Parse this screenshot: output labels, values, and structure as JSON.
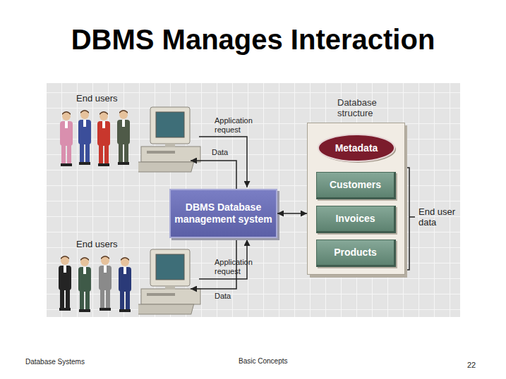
{
  "diagram": {
    "title": "DBMS Manages Interaction",
    "nodes": [
      {
        "text": [
          "Database structure"
        ]
      },
      {
        "text": [
          "Metadata"
        ],
        "in": 0
      },
      {
        "text": [
          "Customers"
        ],
        "in": 0
      },
      {
        "text": [
          "Invoices"
        ],
        "in": 0
      },
      {
        "text": [
          "Products"
        ],
        "in": 0
      },
      {
        "text": [
          "DBMS Database management system"
        ]
      }
    ],
    "edges": [
      {
        "from": 5,
        "to": 0,
        "arrow": "both"
      }
    ],
    "labels": [
      "End users",
      "Application request",
      "Data",
      "End users",
      "Application request",
      "Data",
      "End user data",
      "Database Systems",
      "Basic Concepts",
      "22"
    ]
  }
}
